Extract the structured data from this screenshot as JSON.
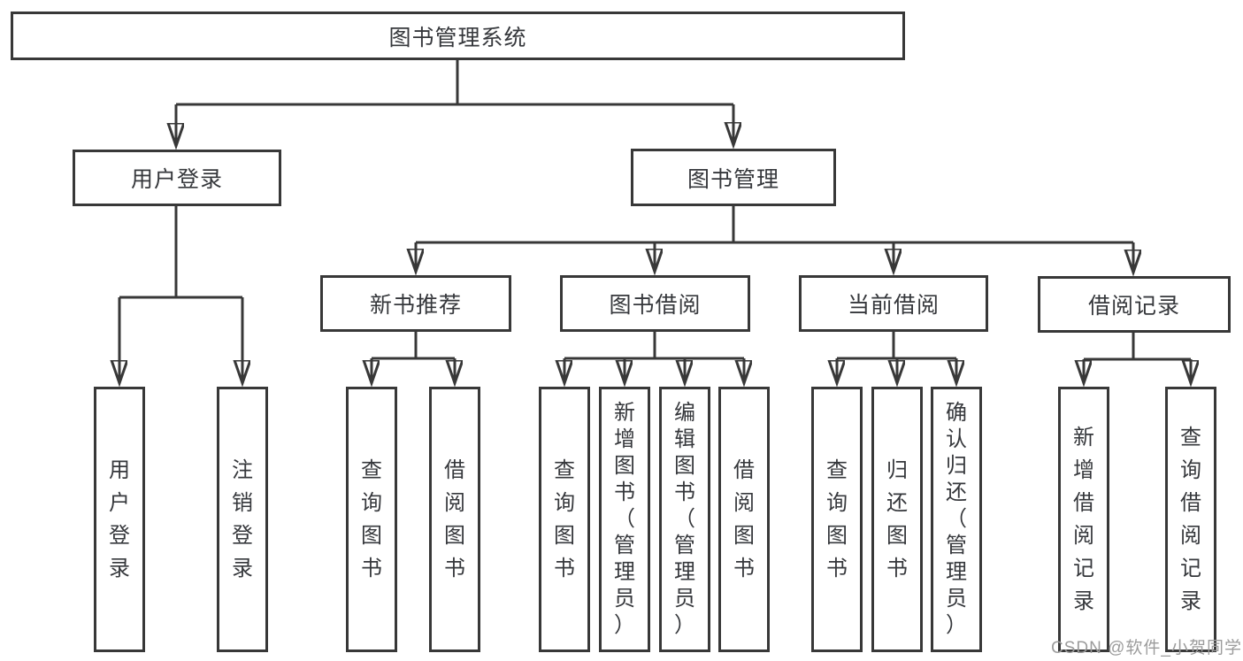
{
  "diagram": {
    "type": "tree-diagram",
    "title": "图书管理系统",
    "nodes": {
      "root": {
        "label": "图书管理系统"
      },
      "user_login": {
        "label": "用户登录"
      },
      "book_mgmt": {
        "label": "图书管理"
      },
      "new_rec": {
        "label": "新书推荐"
      },
      "borrow": {
        "label": "图书借阅"
      },
      "current": {
        "label": "当前借阅"
      },
      "records": {
        "label": "借阅记录"
      },
      "leaf_user_login": {
        "label": "用户登录"
      },
      "leaf_logout": {
        "label": "注销登录"
      },
      "nb_query": {
        "label": "查询图书"
      },
      "nb_borrow": {
        "label": "借阅图书"
      },
      "bb_query": {
        "label": "查询图书"
      },
      "bb_add": {
        "label": "新增图书（管理员）"
      },
      "bb_edit": {
        "label": "编辑图书（管理员）"
      },
      "bb_borrow": {
        "label": "借阅图书"
      },
      "cb_query": {
        "label": "查询图书"
      },
      "cb_return": {
        "label": "归还图书"
      },
      "cb_confirm": {
        "label": "确认归还（管理员）"
      },
      "br_add": {
        "label": "新增借阅记录"
      },
      "br_query": {
        "label": "查询借阅记录"
      }
    },
    "edges": [
      [
        "图书管理系统",
        "用户登录"
      ],
      [
        "图书管理系统",
        "图书管理"
      ],
      [
        "用户登录",
        "用户登录"
      ],
      [
        "用户登录",
        "注销登录"
      ],
      [
        "图书管理",
        "新书推荐"
      ],
      [
        "图书管理",
        "图书借阅"
      ],
      [
        "图书管理",
        "当前借阅"
      ],
      [
        "图书管理",
        "借阅记录"
      ],
      [
        "新书推荐",
        "查询图书"
      ],
      [
        "新书推荐",
        "借阅图书"
      ],
      [
        "图书借阅",
        "查询图书"
      ],
      [
        "图书借阅",
        "新增图书（管理员）"
      ],
      [
        "图书借阅",
        "编辑图书（管理员）"
      ],
      [
        "图书借阅",
        "借阅图书"
      ],
      [
        "当前借阅",
        "查询图书"
      ],
      [
        "当前借阅",
        "归还图书"
      ],
      [
        "当前借阅",
        "确认归还（管理员）"
      ],
      [
        "借阅记录",
        "新增借阅记录"
      ],
      [
        "借阅记录",
        "查询借阅记录"
      ]
    ],
    "colors": {
      "line": "#383838",
      "text": "#36383c",
      "box_fill": "#ffffff",
      "background": "#ffffff"
    }
  },
  "watermark": {
    "text": "CSDN @软件_小贺同学"
  }
}
